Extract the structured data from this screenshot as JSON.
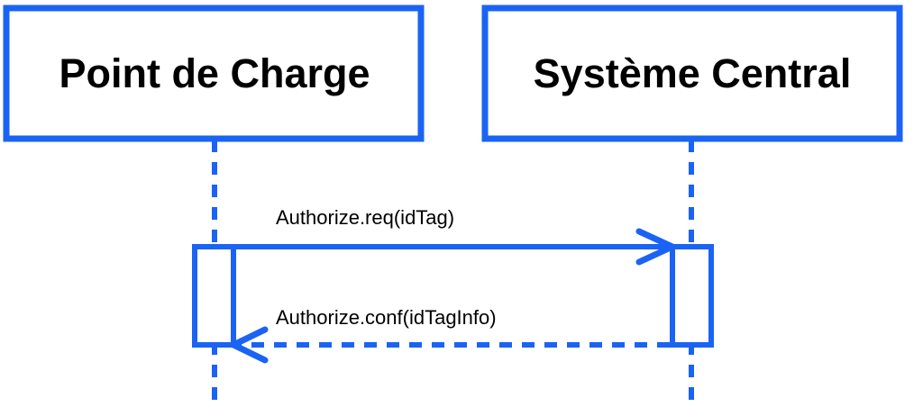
{
  "diagram": {
    "type": "sequence",
    "accent_color": "#1a63f5",
    "participants": [
      {
        "id": "point-de-charge",
        "label": "Point de Charge"
      },
      {
        "id": "systeme-central",
        "label": "Système Central"
      }
    ],
    "messages": [
      {
        "from": "point-de-charge",
        "to": "systeme-central",
        "label": "Authorize.req(idTag)",
        "style": "solid"
      },
      {
        "from": "systeme-central",
        "to": "point-de-charge",
        "label": "Authorize.conf(idTagInfo)",
        "style": "dashed"
      }
    ]
  }
}
